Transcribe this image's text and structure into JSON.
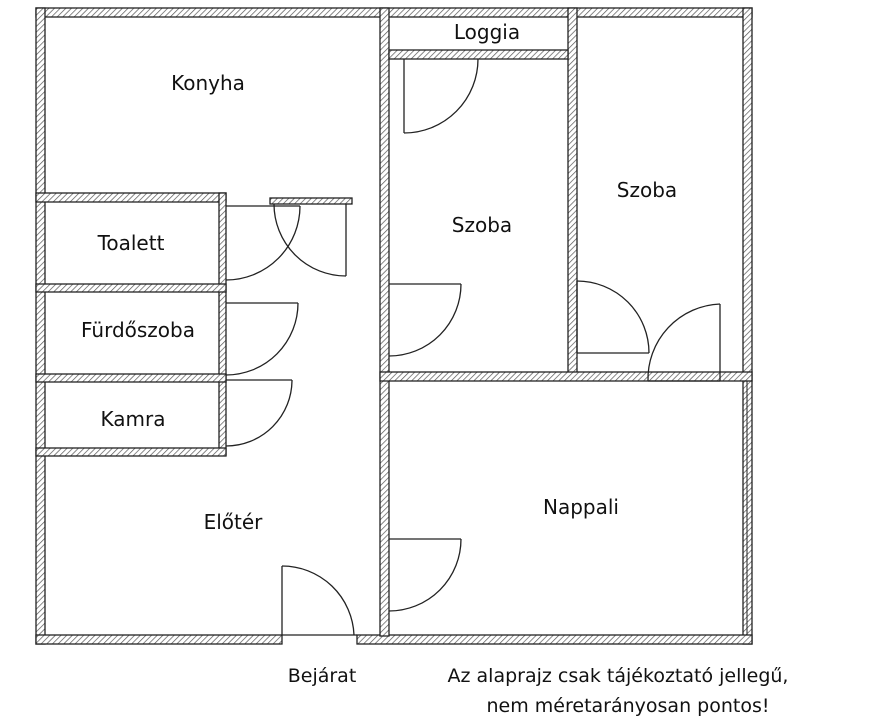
{
  "rooms": {
    "konyha": "Konyha",
    "loggia": "Loggia",
    "szoba_middle": "Szoba",
    "szoba_right": "Szoba",
    "toalett": "Toalett",
    "furdoszoba": "Fürdőszoba",
    "kamra": "Kamra",
    "eloter": "Előtér",
    "nappali": "Nappali"
  },
  "entrance": "Bejárat",
  "disclaimer": {
    "line1": "Az alaprajz csak tájékoztató jellegű,",
    "line2": "nem méretarányosan pontos!"
  }
}
